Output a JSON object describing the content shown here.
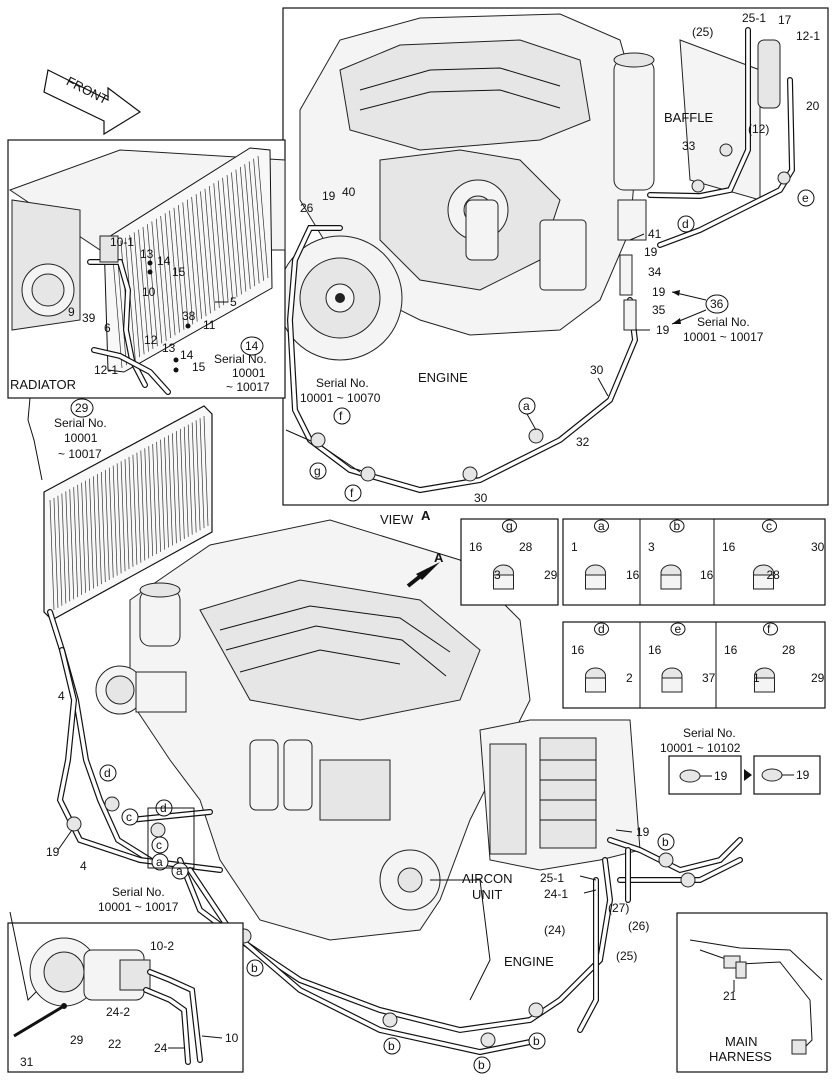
{
  "view_title": "VIEW",
  "view_letter": "A",
  "front_label": "FRONT",
  "baffle_label": "BAFFLE",
  "radiator_label": "RADIATOR",
  "engine_label_top": "ENGINE",
  "engine_label_bottom": "ENGINE",
  "aircon_unit_label": [
    "AIRCON",
    "UNIT"
  ],
  "main_harness_label": [
    "MAIN",
    "HARNESS"
  ],
  "serial_notes": {
    "s14": [
      "Serial No.",
      "10001",
      "~ 10017"
    ],
    "s29": [
      "Serial No.",
      "10001",
      "~ 10017"
    ],
    "s36": [
      "Serial No.",
      "10001 ~ 10017"
    ],
    "sf": [
      "Serial No.",
      "10001 ~ 10070"
    ],
    "sbottom": [
      "Serial No.",
      "10001 ~ 10017"
    ],
    "s19": [
      "Serial No.",
      "10001 ~ 10102"
    ]
  },
  "part_numbers": {
    "p25_1_top": "25-1",
    "p17": "17",
    "p12_1_top": "12-1",
    "p25_top": "(25)",
    "p20": "20",
    "p12_top": "(12)",
    "p33": "33",
    "p26_top": "26",
    "p19_a": "19",
    "p40": "40",
    "p41": "41",
    "p19_b": "19",
    "p34": "34",
    "p19_c": "19",
    "p35": "35",
    "p19_d": "19",
    "p30_a": "30",
    "p32": "32",
    "p30_b": "30",
    "p10_1": "10-1",
    "p13_a": "13",
    "p14_a": "14",
    "p15_a": "15",
    "p10": "10",
    "p5": "5",
    "p9": "9",
    "p39": "39",
    "p38": "38",
    "p11": "11",
    "p6": "6",
    "p12": "12",
    "p13_b": "13",
    "p14_b": "14",
    "p15_b": "15",
    "p12_1": "12-1",
    "p4_a": "4",
    "p4_b": "4",
    "p19_e": "19",
    "p19_f": "19",
    "p25_1": "25-1",
    "p24_1": "24-1",
    "p27": "(27)",
    "p26": "(26)",
    "p24": "(24)",
    "p25": "(25)",
    "p10_2": "10-2",
    "p24_2": "24-2",
    "p29_c": "29",
    "p22": "22",
    "p31": "31",
    "p24_c": "24",
    "p10_c": "10",
    "p21": "21"
  },
  "circled_numbers": {
    "c14": "14",
    "c29": "29",
    "c36": "36"
  },
  "clip_refs": {
    "top_d": "d",
    "top_e": "e",
    "top_f": "f",
    "top_g": "g",
    "top_f2": "f",
    "top_a": "a",
    "main_d1": "d",
    "main_c1": "c",
    "main_d2": "d",
    "main_c2": "c",
    "main_a1": "a",
    "main_a2": "a",
    "main_a3": "a",
    "main_b1": "b",
    "main_b2": "b",
    "main_b3": "b",
    "main_b4": "b",
    "main_b5": "b"
  },
  "clip_details": [
    {
      "key": "g",
      "parts": [
        "16",
        "3",
        "28",
        "29"
      ]
    },
    {
      "key": "a",
      "parts": [
        "1",
        "16"
      ]
    },
    {
      "key": "b",
      "parts": [
        "3",
        "16"
      ]
    },
    {
      "key": "c",
      "parts": [
        "16",
        "28",
        "30"
      ]
    },
    {
      "key": "d",
      "parts": [
        "16",
        "2"
      ]
    },
    {
      "key": "e",
      "parts": [
        "16",
        "37"
      ]
    },
    {
      "key": "f",
      "parts": [
        "16",
        "1",
        "28",
        "29"
      ]
    }
  ],
  "clamp_change": {
    "old": "19",
    "new": "19"
  }
}
